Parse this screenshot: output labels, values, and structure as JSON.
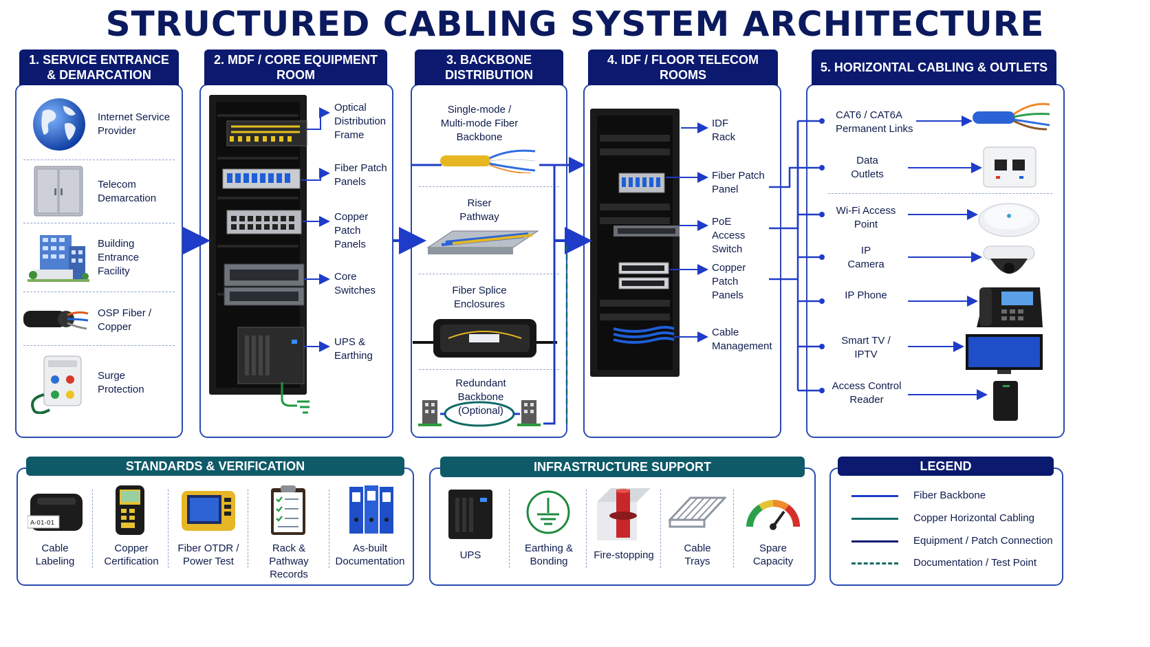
{
  "title": "STRUCTURED CABLING SYSTEM ARCHITECTURE",
  "colors": {
    "navy": "#0b1a6e",
    "teal": "#0f5a68",
    "fiber": "#1e3cc8",
    "copper": "#0f6a66",
    "patch": "#0b1a6e",
    "doc": "#0f6a66"
  },
  "sections": [
    {
      "title": "1. SERVICE ENTRANCE & DEMARCATION",
      "items": [
        {
          "label": "Internet Service Provider",
          "icon": "globe-icon"
        },
        {
          "label": "Telecom Demarcation",
          "icon": "cabinet-icon"
        },
        {
          "label": "Building Entrance Facility",
          "icon": "building-icon"
        },
        {
          "label": "OSP Fiber / Copper",
          "icon": "cable-icon"
        },
        {
          "label": "Surge Protection",
          "icon": "surge-protector-icon"
        }
      ]
    },
    {
      "title": "2. MDF / CORE EQUIPMENT ROOM",
      "items": [
        {
          "label": "Optical Distribution Frame"
        },
        {
          "label": "Fiber Patch Panels"
        },
        {
          "label": "Copper Patch Panels"
        },
        {
          "label": "Core Switches"
        },
        {
          "label": "UPS & Earthing"
        }
      ]
    },
    {
      "title": "3. BACKBONE DISTRIBUTION",
      "items": [
        {
          "label": "Single-mode / Multi-mode Fiber Backbone",
          "icon": "fiber-cable-icon"
        },
        {
          "label": "Riser Pathway",
          "icon": "cable-tray-icon"
        },
        {
          "label": "Fiber Splice Enclosures",
          "icon": "splice-enclosure-icon"
        },
        {
          "label": "Redundant Backbone (Optional)",
          "icon": "redundant-loop-icon"
        }
      ]
    },
    {
      "title": "4. IDF / FLOOR TELECOM ROOMS",
      "items": [
        {
          "label": "IDF Rack"
        },
        {
          "label": "Fiber Patch Panel"
        },
        {
          "label": "PoE Access Switch"
        },
        {
          "label": "Copper Patch Panels"
        },
        {
          "label": "Cable Management"
        }
      ]
    },
    {
      "title": "5. HORIZONTAL CABLING & OUTLETS",
      "items": [
        {
          "label": "CAT6 / CAT6A Permanent Links",
          "icon": "cat6-cable-icon"
        },
        {
          "label": "Data Outlets",
          "icon": "wall-outlet-icon"
        },
        {
          "label": "Wi-Fi Access Point",
          "icon": "access-point-icon"
        },
        {
          "label": "IP Camera",
          "icon": "dome-camera-icon"
        },
        {
          "label": "IP Phone",
          "icon": "desk-phone-icon"
        },
        {
          "label": "Smart TV / IPTV",
          "icon": "tv-icon"
        },
        {
          "label": "Access Control Reader",
          "icon": "card-reader-icon"
        }
      ]
    }
  ],
  "standards": {
    "title": "STANDARDS & VERIFICATION",
    "items": [
      {
        "label": "Cable Labeling",
        "icon": "label-printer-icon",
        "tag": "A-01-01"
      },
      {
        "label": "Copper Certification",
        "icon": "cable-tester-icon"
      },
      {
        "label": "Fiber OTDR / Power Test",
        "icon": "otdr-icon"
      },
      {
        "label": "Rack & Pathway Records",
        "icon": "clipboard-icon"
      },
      {
        "label": "As-built Documentation",
        "icon": "binders-icon"
      }
    ]
  },
  "infrastructure": {
    "title": "INFRASTRUCTURE SUPPORT",
    "items": [
      {
        "label": "UPS",
        "icon": "ups-icon"
      },
      {
        "label": "Earthing & Bonding",
        "icon": "ground-icon"
      },
      {
        "label": "Fire-stopping",
        "icon": "firestop-icon"
      },
      {
        "label": "Cable Trays",
        "icon": "cable-tray-icon"
      },
      {
        "label": "Spare Capacity",
        "icon": "gauge-icon"
      }
    ]
  },
  "legend": {
    "title": "LEGEND",
    "items": [
      {
        "label": "Fiber Backbone",
        "style": "solid",
        "color": "#1e3cc8"
      },
      {
        "label": "Copper Horizontal Cabling",
        "style": "solid",
        "color": "#0f6a66"
      },
      {
        "label": "Equipment / Patch Connection",
        "style": "solid",
        "color": "#0b1a6e"
      },
      {
        "label": "Documentation / Test Point",
        "style": "dashed",
        "color": "#0f6a66"
      }
    ]
  }
}
